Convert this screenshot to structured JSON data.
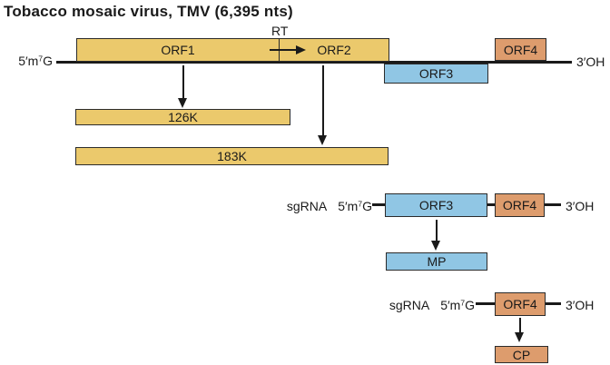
{
  "title": "Tobacco mosaic virus, TMV (6,395 nts)",
  "colors": {
    "orf-yellow": "#EBC96C",
    "orf-blue": "#90C6E4",
    "orf-orange": "#DD9C6D",
    "ink": "#1A1A1A",
    "box-border": "#2B2B2B"
  },
  "genome": {
    "five_prime": {
      "pre": "5′m",
      "sup": "7",
      "post": "G"
    },
    "three_prime": "3′OH",
    "rt": "RT",
    "orf1": "ORF1",
    "orf2": "ORF2",
    "orf3": "ORF3",
    "orf4": "ORF4"
  },
  "translation_products": {
    "p126k": "126K",
    "p183k": "183K"
  },
  "sgrna_orf3": {
    "label": "sgRNA",
    "five_prime": {
      "pre": "5′m",
      "sup": "7",
      "post": "G"
    },
    "orf3": "ORF3",
    "orf4": "ORF4",
    "three_prime": "3′OH",
    "product": "MP"
  },
  "sgrna_orf4": {
    "label": "sgRNA",
    "five_prime": {
      "pre": "5′m",
      "sup": "7",
      "post": "G"
    },
    "orf4": "ORF4",
    "three_prime": "3′OH",
    "product": "CP"
  }
}
